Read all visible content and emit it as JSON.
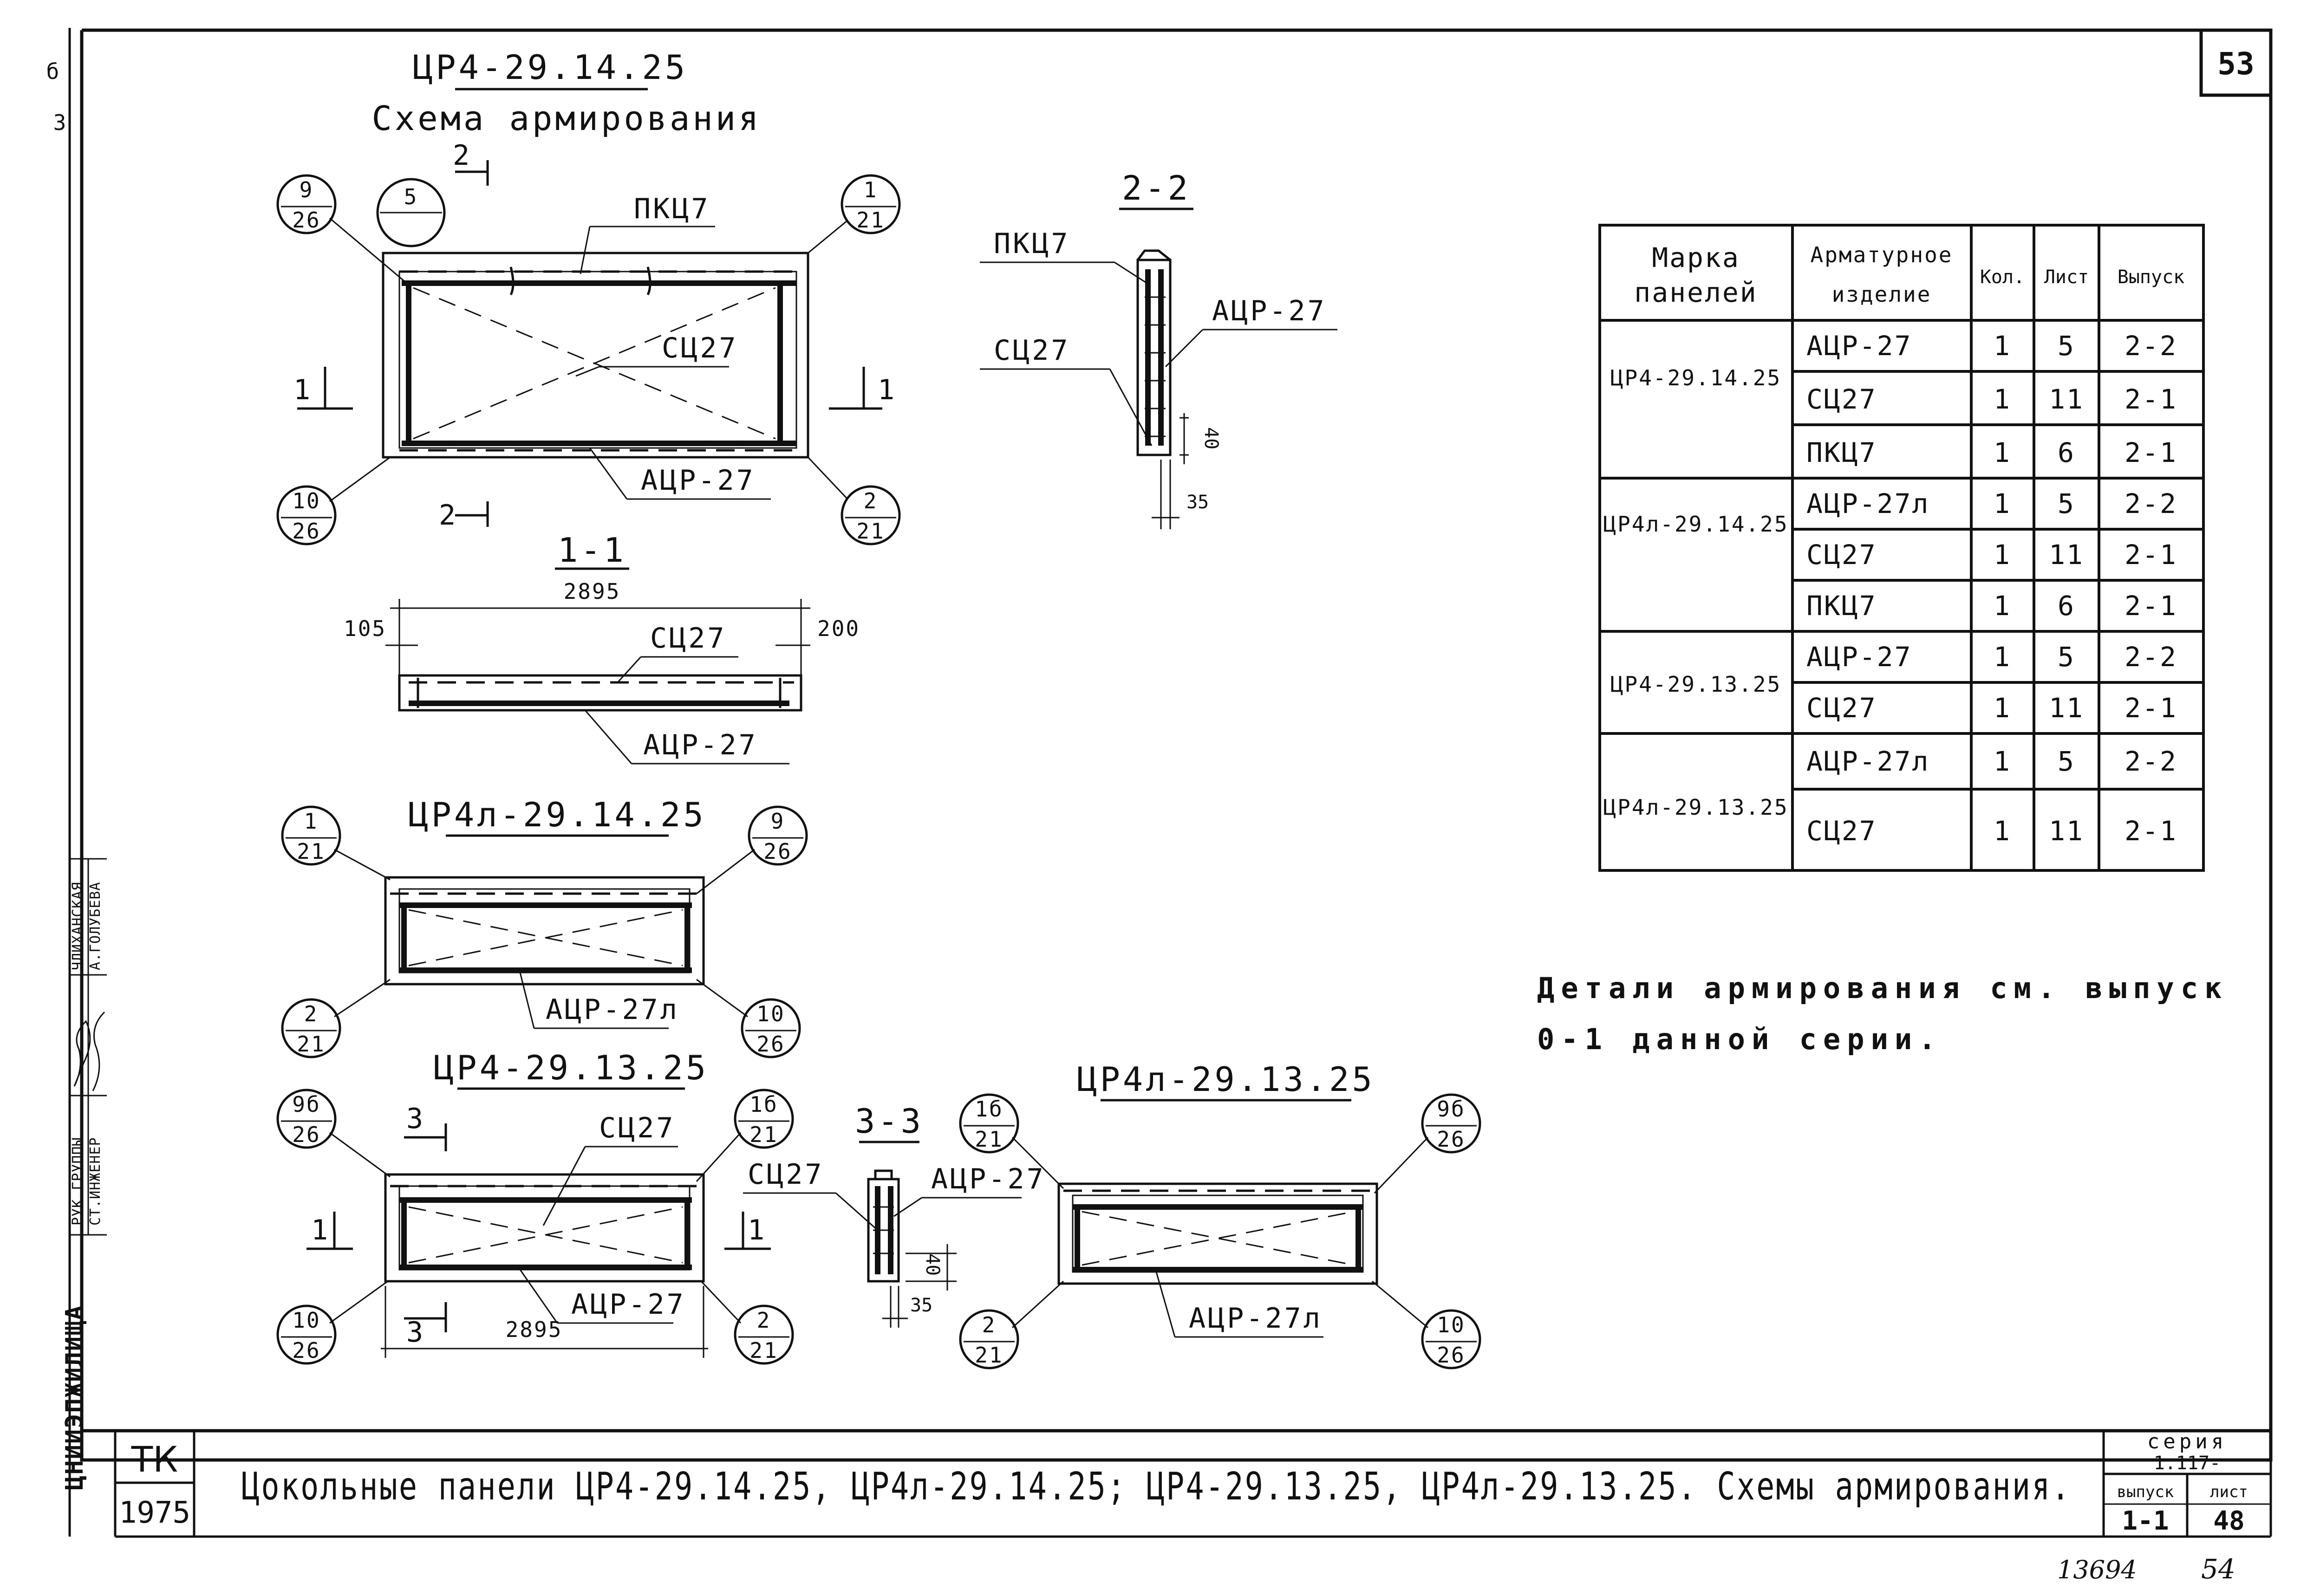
{
  "sheet_number": "53",
  "handwritten": {
    "inventory": "13694",
    "page": "54"
  },
  "left_margin": {
    "org": "ЦНИИЭПЖИЛИЩА",
    "role1": "РУК.ГРУППЫ",
    "role2": "СТ.ИНЖЕНЕР",
    "name1": "ЧЛИХАНСКАЯ",
    "name2": "А.ГОЛУБЕВА",
    "corner_a": "б",
    "corner_b": "3"
  },
  "main_drawing": {
    "title": "ЦР4-29.14.25",
    "subtitle": "Схема армирования"
  },
  "details": {
    "sec22": {
      "title": "2-2",
      "pkc": "ПКЦ7",
      "acr": "АЦР-27",
      "sc": "СЦ27",
      "dim_v": "40",
      "dim_h": "35"
    },
    "sec11": {
      "title": "1-1",
      "length": "2895",
      "left_dim": "105",
      "right_dim": "200",
      "sc": "СЦ27",
      "acr": "АЦР-27"
    },
    "sec33": {
      "title": "3-3",
      "sc": "СЦ27",
      "acr": "АЦР-27",
      "dim_v": "40",
      "dim_h": "35"
    }
  },
  "panels": {
    "p1": {
      "pkc": "ПКЦ7",
      "sc": "СЦ27",
      "acr": "АЦР-27",
      "cut": "2",
      "sec": "1",
      "b_tl": {
        "num": "9",
        "den": "26"
      },
      "b_tr": {
        "num": "1",
        "den": "21"
      },
      "b_bl": {
        "num": "10",
        "den": "26"
      },
      "b_br": {
        "num": "2",
        "den": "21"
      },
      "b_sm": "5"
    },
    "p2": {
      "title": "ЦР4л-29.14.25",
      "acr": "АЦР-27л",
      "b_tl": {
        "num": "1",
        "den": "21"
      },
      "b_tr": {
        "num": "9",
        "den": "26"
      },
      "b_bl": {
        "num": "2",
        "den": "21"
      },
      "b_br": {
        "num": "10",
        "den": "26"
      }
    },
    "p3": {
      "title": "ЦР4-29.13.25",
      "sc": "СЦ27",
      "acr": "АЦР-27",
      "length": "2895",
      "cut": "3",
      "sec": "1",
      "b_tl": {
        "num": "9б",
        "den": "26"
      },
      "b_tr": {
        "num": "1б",
        "den": "21"
      },
      "b_bl": {
        "num": "10",
        "den": "26"
      },
      "b_br": {
        "num": "2",
        "den": "21"
      }
    },
    "p4": {
      "title": "ЦР4л-29.13.25",
      "acr": "АЦР-27л",
      "b_tl": {
        "num": "1б",
        "den": "21"
      },
      "b_tr": {
        "num": "9б",
        "den": "26"
      },
      "b_bl": {
        "num": "2",
        "den": "21"
      },
      "b_br": {
        "num": "10",
        "den": "26"
      }
    }
  },
  "table": {
    "headers": {
      "mark1": "Марка",
      "mark2": "панелей",
      "item1": "Арматурное",
      "item2": "изделие",
      "qty": "Кол.",
      "sheet": "Лист",
      "issue": "Выпуск"
    },
    "groups": [
      {
        "mark": "ЦР4-29.14.25",
        "rows": [
          {
            "item": "АЦР-27",
            "qty": "1",
            "sheet": "5",
            "issue": "2-2"
          },
          {
            "item": "СЦ27",
            "qty": "1",
            "sheet": "11",
            "issue": "2-1"
          },
          {
            "item": "ПКЦ7",
            "qty": "1",
            "sheet": "6",
            "issue": "2-1"
          }
        ]
      },
      {
        "mark": "ЦР4л-29.14.25",
        "rows": [
          {
            "item": "АЦР-27л",
            "qty": "1",
            "sheet": "5",
            "issue": "2-2"
          },
          {
            "item": "СЦ27",
            "qty": "1",
            "sheet": "11",
            "issue": "2-1"
          },
          {
            "item": "ПКЦ7",
            "qty": "1",
            "sheet": "6",
            "issue": "2-1"
          }
        ]
      },
      {
        "mark": "ЦР4-29.13.25",
        "rows": [
          {
            "item": "АЦР-27",
            "qty": "1",
            "sheet": "5",
            "issue": "2-2"
          },
          {
            "item": "СЦ27",
            "qty": "1",
            "sheet": "11",
            "issue": "2-1"
          }
        ]
      },
      {
        "mark": "ЦР4л-29.13.25",
        "rows": [
          {
            "item": "АЦР-27л",
            "qty": "1",
            "sheet": "5",
            "issue": "2-2"
          },
          {
            "item": "СЦ27",
            "qty": "1",
            "sheet": "11",
            "issue": "2-1"
          }
        ]
      }
    ]
  },
  "note": {
    "line1": "Детали армирования см. выпуск",
    "line2": "0-1 данной серии."
  },
  "footer": {
    "tk": "ТК",
    "year": "1975",
    "title": "Цокольные панели ЦР4-29.14.25, ЦР4л-29.14.25; ЦР4-29.13.25, ЦР4л-29.13.25. Схемы армирования.",
    "series_label": "серия",
    "series_value": "1.117-",
    "issue_label": "выпуск",
    "issue_value": "1-1",
    "sheet_label": "лист",
    "sheet_value": "48"
  }
}
